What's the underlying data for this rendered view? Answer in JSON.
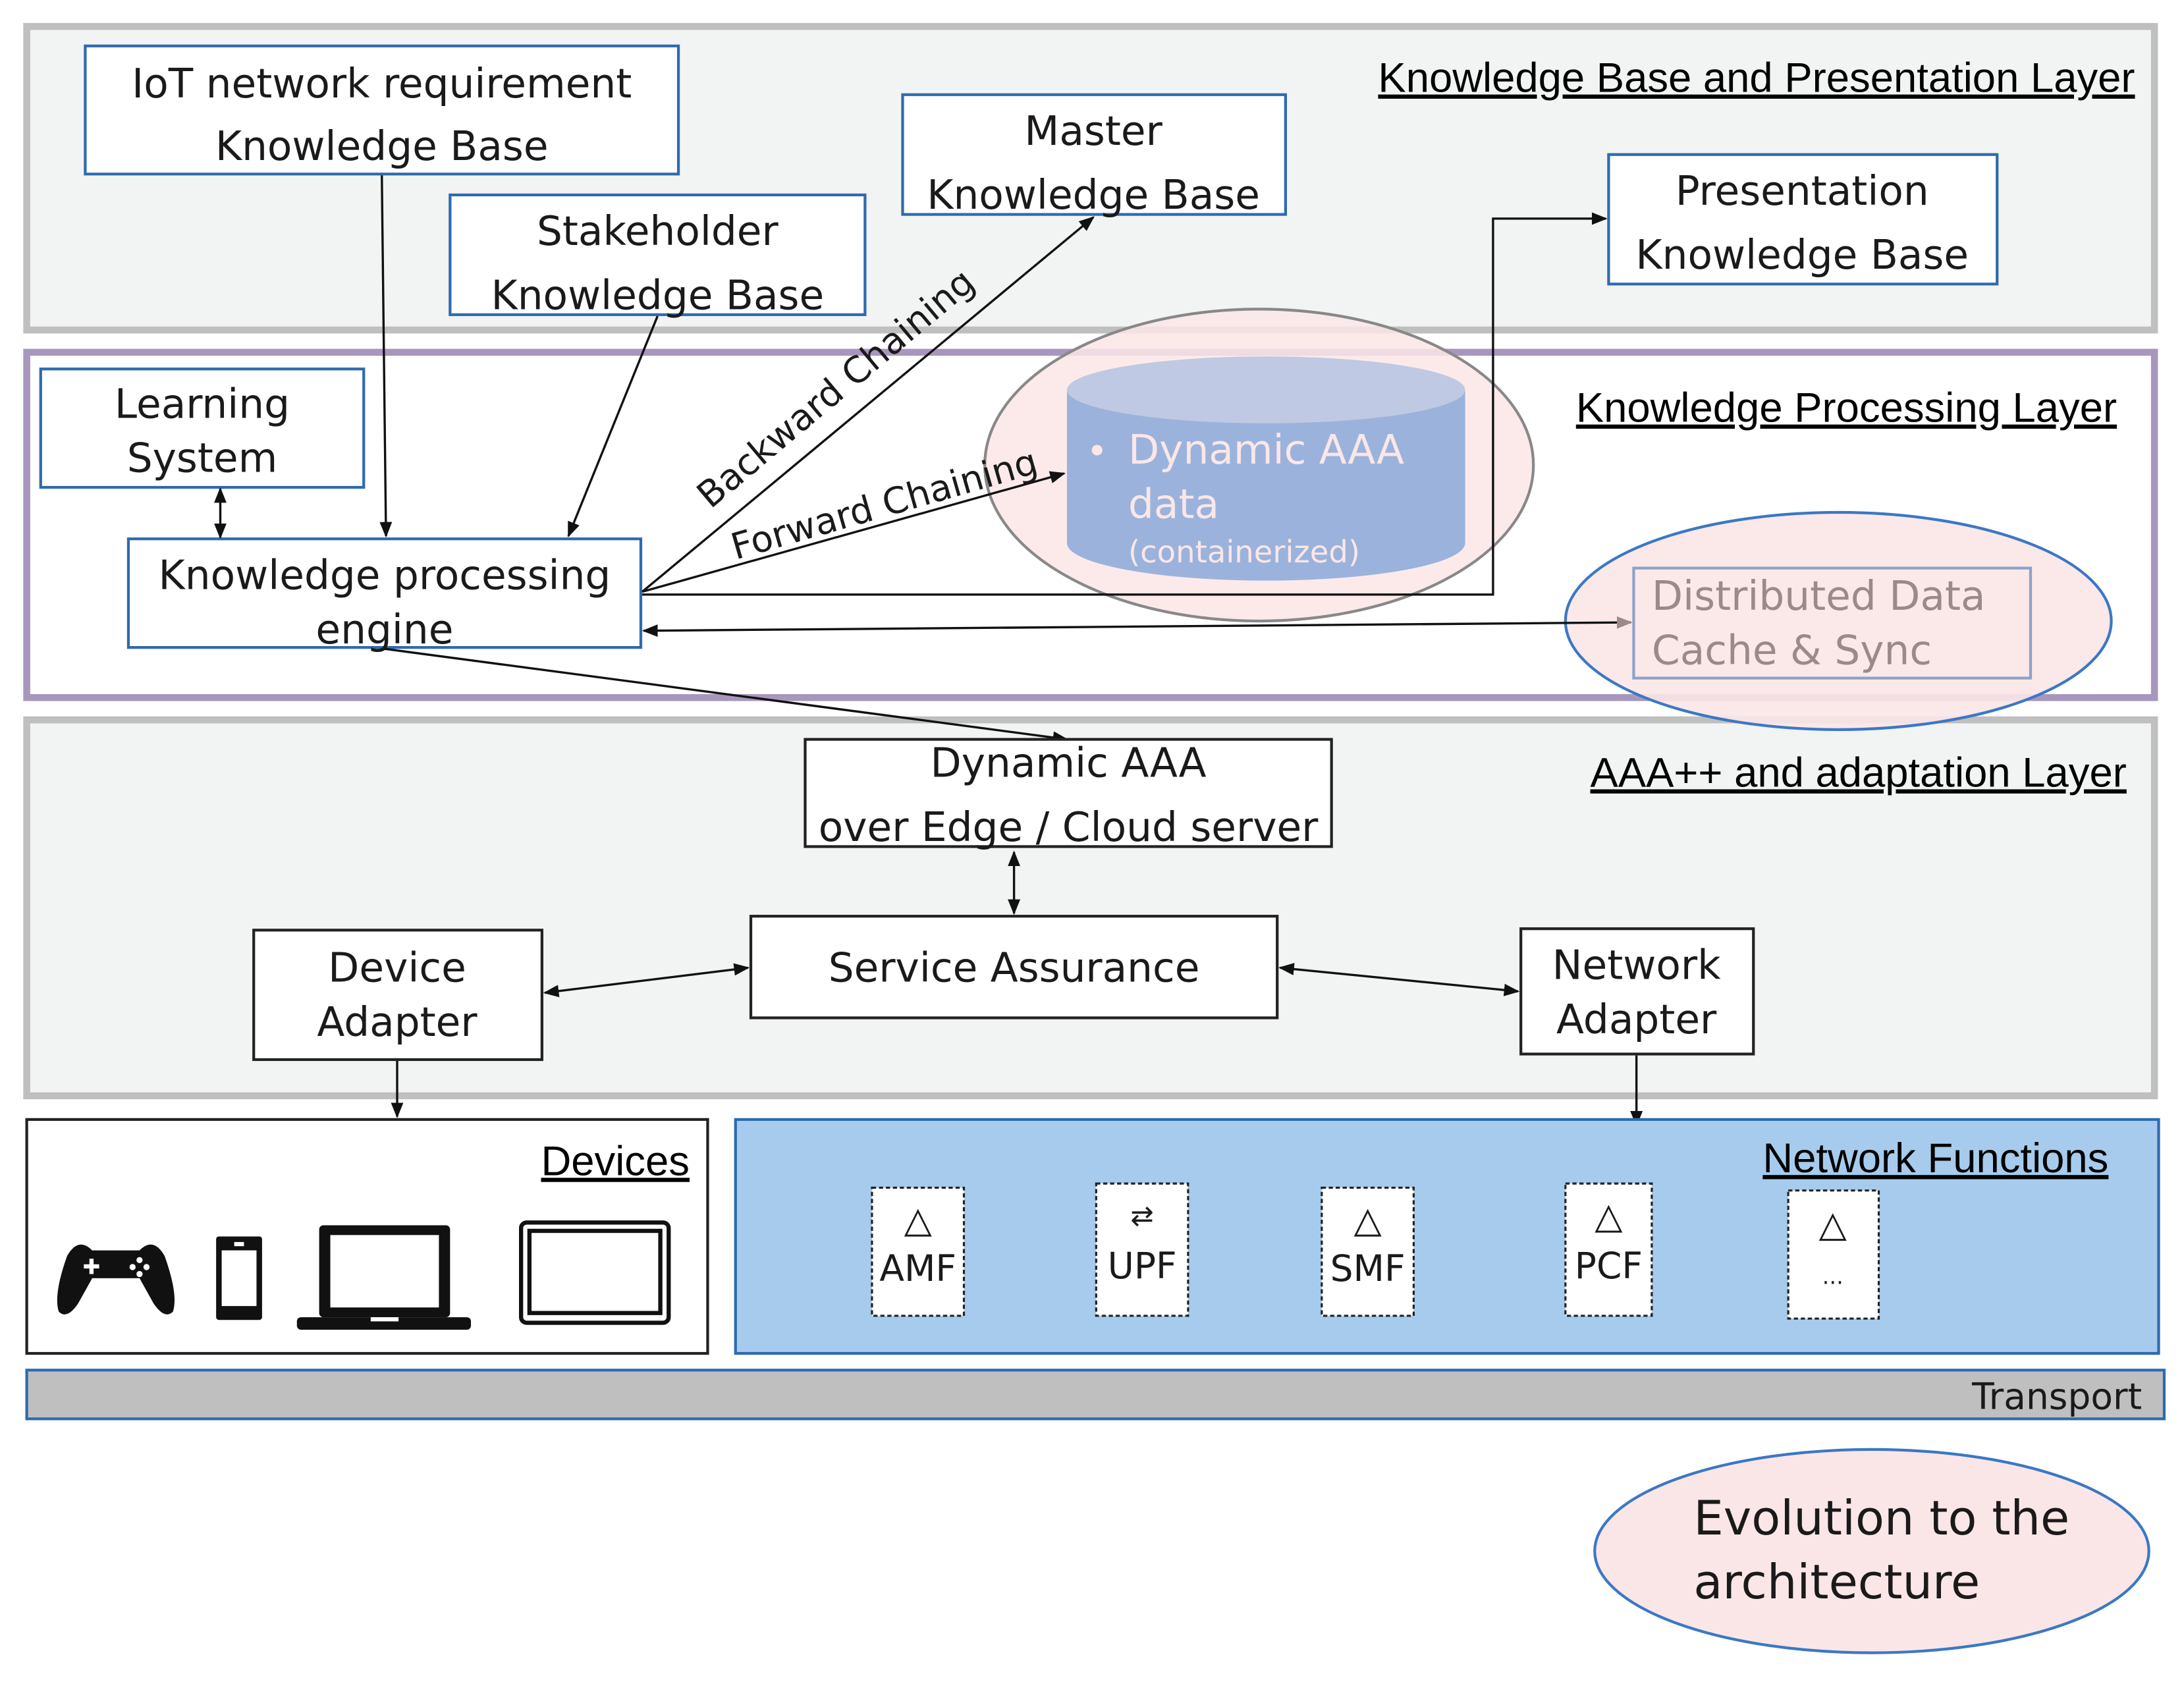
{
  "layers": {
    "kb_presentation": "Knowledge Base and Presentation Layer",
    "knowledge_processing": "Knowledge Processing Layer",
    "aaa_adaptation": "AAA++ and adaptation Layer"
  },
  "boxes": {
    "iot_kb": [
      "IoT network requirement",
      "Knowledge Base"
    ],
    "stakeholder_kb": [
      "Stakeholder",
      "Knowledge Base"
    ],
    "master_kb": [
      "Master",
      "Knowledge Base"
    ],
    "presentation_kb": [
      "Presentation",
      "Knowledge Base"
    ],
    "learning_system": [
      "Learning",
      "System"
    ],
    "kp_engine": [
      "Knowledge processing",
      "engine"
    ],
    "dynamic_aaa_server": [
      "Dynamic AAA",
      "over Edge / Cloud server"
    ],
    "service_assurance": "Service Assurance",
    "device_adapter": [
      "Device",
      "Adapter"
    ],
    "network_adapter": [
      "Network",
      "Adapter"
    ]
  },
  "edge_labels": {
    "backward": "Backward Chaining",
    "forward": "Forward Chaining"
  },
  "cylinder": {
    "bullet": "•",
    "line1": "Dynamic AAA",
    "line2": "data",
    "line3": "(containerized)"
  },
  "cache": [
    "Distributed Data",
    "Cache & Sync"
  ],
  "devices": {
    "title": "Devices",
    "icons": [
      "gamepad-icon",
      "smartphone-icon",
      "laptop-icon",
      "tablet-icon"
    ]
  },
  "network_functions": {
    "title": "Network Functions",
    "items": [
      {
        "label": "AMF",
        "icon": "△"
      },
      {
        "label": "UPF",
        "icon": "⇄"
      },
      {
        "label": "SMF",
        "icon": "△"
      },
      {
        "label": "PCF",
        "icon": "△"
      },
      {
        "label": "...",
        "icon": "△"
      }
    ]
  },
  "transport": "Transport",
  "legend": [
    "Evolution to the",
    "architecture"
  ],
  "colors": {
    "layer_fill": "#f2f3f3",
    "layer_border": "#bfbfbf",
    "kp_border": "#a797bd",
    "box_border_blue": "#2e6ab0",
    "cylinder": "#9bb3dc",
    "highlight": "#fbe6e7",
    "nf_fill": "#a6cbec",
    "transport_fill": "#c0bfc0"
  }
}
